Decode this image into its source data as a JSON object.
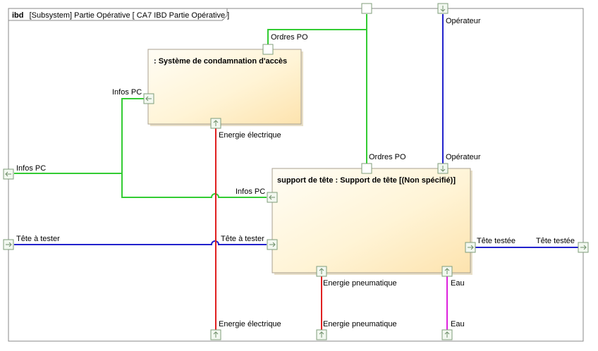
{
  "frame": {
    "keyword": "ibd",
    "title": "[Subsystem] Partie Opérative [ CA7 IBD Partie Opérative ]"
  },
  "blocks": {
    "condamnation": {
      "title": ": Système de condamnation d'accès"
    },
    "support": {
      "title": "support de tête : Support de tête [(Non spécifié)]"
    }
  },
  "labels": {
    "ordres_po_top": "Ordres PO",
    "operateur_top": "Opérateur",
    "infos_pc_block": "Infos PC",
    "energie_elec_block": "Energie électrique",
    "ordres_po_support": "Ordres PO",
    "operateur_support": "Opérateur",
    "infos_pc_frame": "Infos PC",
    "infos_pc_support": "Infos PC",
    "tete_tester_frame": "Tête à tester",
    "tete_tester_support": "Tête à tester",
    "tete_testee_support": "Tête testée",
    "tete_testee_frame": "Tête testée",
    "energie_pneu_support": "Energie pneumatique",
    "eau_support": "Eau",
    "energie_elec_bottom": "Energie électrique",
    "energie_pneu_bottom": "Energie pneumatique",
    "eau_bottom": "Eau"
  },
  "colors": {
    "green": "#33cc33",
    "blue": "#2222cc",
    "red": "#e02020",
    "magenta": "#dd22dd",
    "block_fill_light": "#fffcf0",
    "block_fill_dark": "#fde6b4"
  }
}
